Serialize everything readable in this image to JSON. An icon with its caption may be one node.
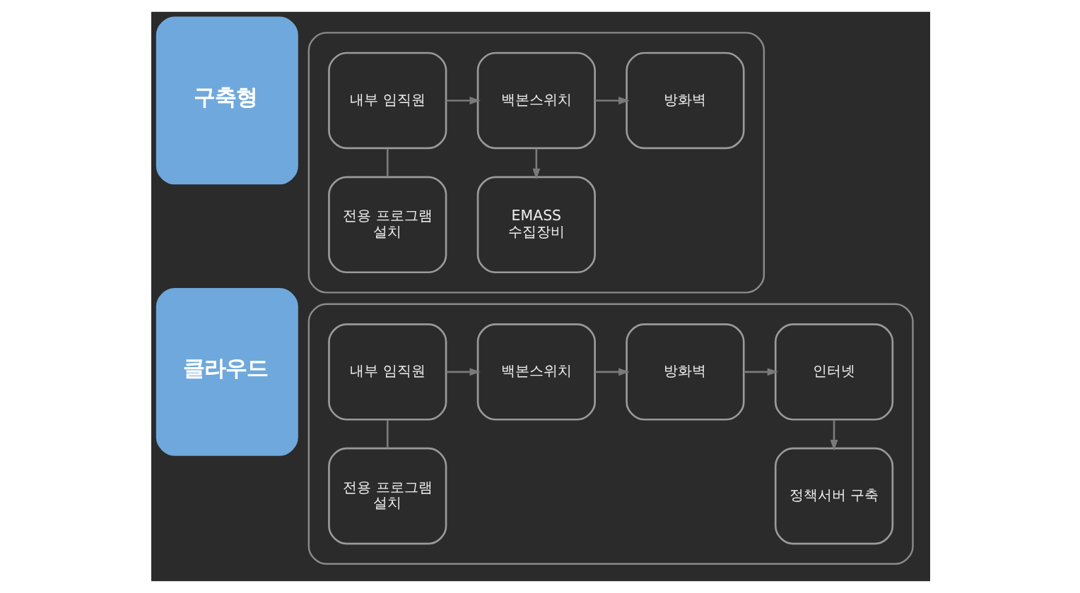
{
  "diagram": {
    "nodes": [
      {
        "text": [
          "구축형"
        ]
      },
      {
        "text": [],
        "shape": "box"
      },
      {
        "text": [
          "내부 임직원"
        ],
        "in": 1
      },
      {
        "text": [
          "백본스위치"
        ],
        "in": 1
      },
      {
        "text": [
          "방화벽"
        ],
        "in": 1
      },
      {
        "text": [
          "전용 프로그램 설치"
        ],
        "in": 1
      },
      {
        "text": [
          "EMASS 수집장비"
        ],
        "in": 1
      },
      {
        "text": [
          "클라우드"
        ]
      },
      {
        "text": [],
        "shape": "box"
      },
      {
        "text": [
          "내부 임직원"
        ],
        "in": 8
      },
      {
        "text": [
          "백본스위치"
        ],
        "in": 8
      },
      {
        "text": [
          "방화벽"
        ],
        "in": 8
      },
      {
        "text": [
          "인터넷"
        ],
        "in": 8
      },
      {
        "text": [
          "전용 프로그램 설치"
        ],
        "in": 8
      },
      {
        "text": [
          "정책서버 구축"
        ],
        "in": 8
      }
    ],
    "edges": [
      {
        "from": 2,
        "to": 3,
        "arrow": "to"
      },
      {
        "from": 3,
        "to": 4,
        "arrow": "to"
      },
      {
        "from": 2,
        "to": 5,
        "arrow": "none"
      },
      {
        "from": 3,
        "to": 6,
        "arrow": "to"
      },
      {
        "from": 9,
        "to": 10,
        "arrow": "to"
      },
      {
        "from": 10,
        "to": 11,
        "arrow": "to"
      },
      {
        "from": 11,
        "to": 12,
        "arrow": "to"
      },
      {
        "from": 9,
        "to": 13,
        "arrow": "none"
      },
      {
        "from": 12,
        "to": 14,
        "arrow": "to"
      }
    ]
  }
}
